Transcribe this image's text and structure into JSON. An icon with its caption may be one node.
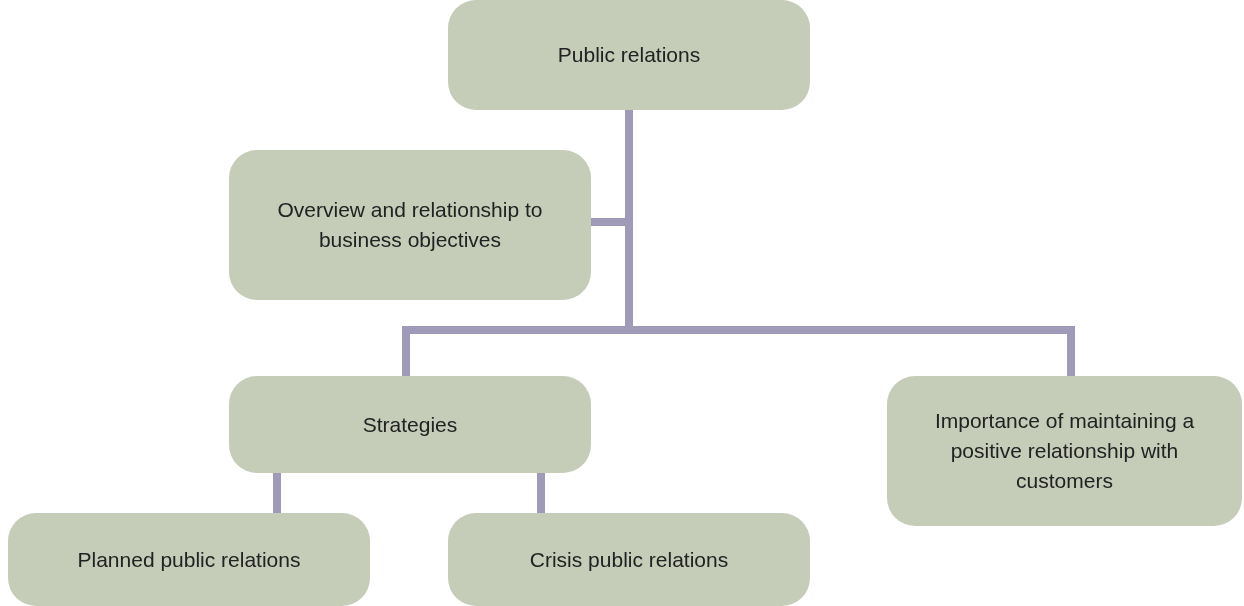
{
  "diagram": {
    "nodes": [
      {
        "text": [
          "Public relations"
        ]
      },
      {
        "text": [
          "Overview and relationship to business objectives"
        ]
      },
      {
        "text": [
          "Strategies"
        ]
      },
      {
        "text": [
          "Importance of maintaining a positive relationship with customers"
        ]
      },
      {
        "text": [
          "Planned public relations"
        ]
      },
      {
        "text": [
          "Crisis public relations"
        ]
      }
    ],
    "edges": [
      {
        "from": 0,
        "to": 1,
        "arrow": "none"
      },
      {
        "from": 0,
        "to": 2,
        "arrow": "none"
      },
      {
        "from": 0,
        "to": 3,
        "arrow": "none"
      },
      {
        "from": 2,
        "to": 4,
        "arrow": "none"
      },
      {
        "from": 2,
        "to": 5,
        "arrow": "none"
      }
    ]
  }
}
